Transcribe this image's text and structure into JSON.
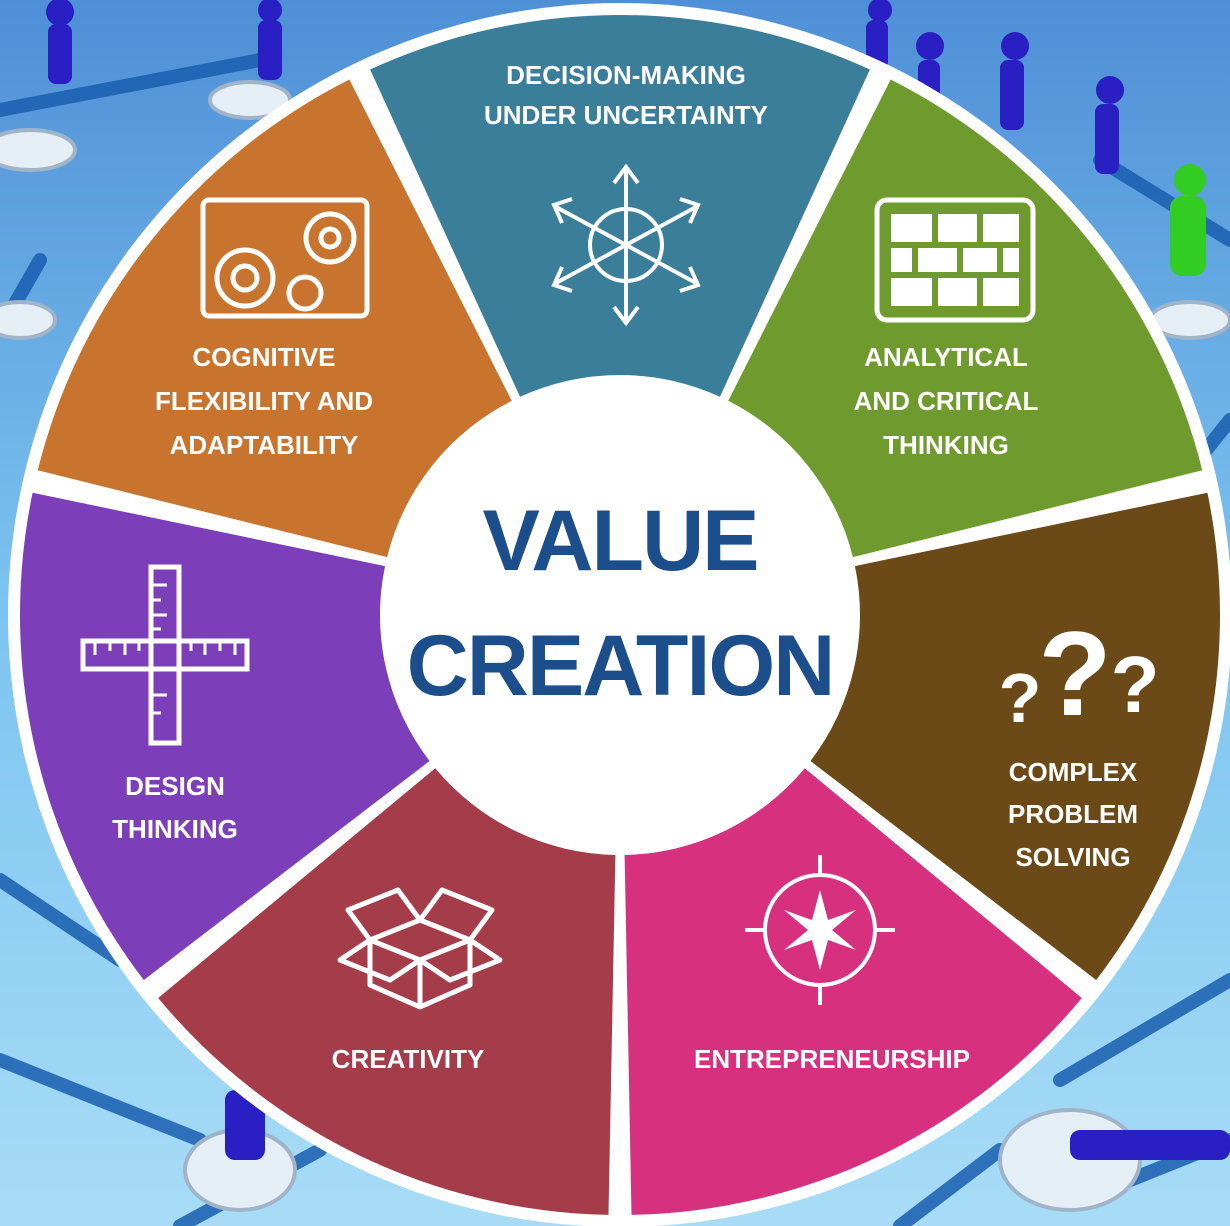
{
  "center": {
    "line1": "VALUE",
    "line2": "CREATION",
    "color": "#1d4e8c"
  },
  "segments": [
    {
      "id": "decision",
      "lines": [
        "DECISION-MAKING",
        "UNDER UNCERTAINTY"
      ],
      "color": "#3b7e99",
      "icon": "arrows-compass-icon"
    },
    {
      "id": "analytical",
      "lines": [
        "ANALYTICAL",
        "AND CRITICAL",
        "THINKING"
      ],
      "color": "#6f9a2e",
      "icon": "grid-table-icon"
    },
    {
      "id": "complex",
      "lines": [
        "COMPLEX",
        "PROBLEM",
        "SOLVING"
      ],
      "color": "#6b4a17",
      "icon": "question-marks-icon"
    },
    {
      "id": "entrepreneurship",
      "lines": [
        "ENTREPRENEURSHIP"
      ],
      "color": "#d6307f",
      "icon": "compass-star-icon"
    },
    {
      "id": "creativity",
      "lines": [
        "CREATIVITY"
      ],
      "color": "#a53c49",
      "icon": "open-box-icon"
    },
    {
      "id": "design",
      "lines": [
        "DESIGN",
        "THINKING"
      ],
      "color": "#7d3fb9",
      "icon": "ruler-cross-icon"
    },
    {
      "id": "cognitive",
      "lines": [
        "COGNITIVE",
        "FLEXIBILITY AND",
        "ADAPTABILITY"
      ],
      "color": "#c8742f",
      "icon": "gears-icon"
    }
  ],
  "background": {
    "sky_top": "#5fa9e6",
    "sky_bottom": "#8fd2f4",
    "figure_color": "#2a1fc2",
    "figure_accent": "#33cc22"
  }
}
